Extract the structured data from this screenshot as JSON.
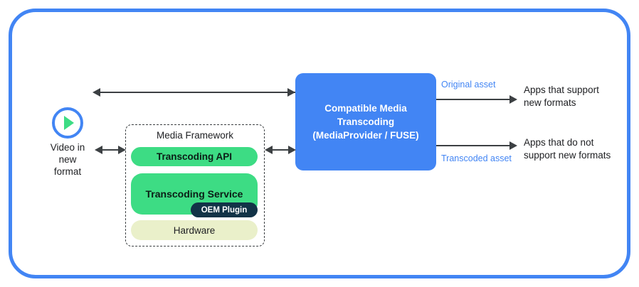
{
  "diagram": {
    "source": {
      "icon": "play-circle-icon",
      "label": "Video in\nnew\nformat",
      "label_lines": [
        "Video in",
        "new",
        "format"
      ]
    },
    "media_framework": {
      "title": "Media Framework",
      "items": [
        {
          "label": "Transcoding API",
          "color": "#3ddc84"
        },
        {
          "label": "Transcoding Service",
          "color": "#3ddc84"
        },
        {
          "label": "OEM Plugin",
          "color": "#123347"
        },
        {
          "label": "Hardware",
          "color": "#eaf0ca"
        }
      ]
    },
    "central_box": {
      "label": "Compatible Media Transcoding (MediaProvider / FUSE)",
      "lines": [
        "Compatible Media",
        "Transcoding",
        "(MediaProvider / FUSE)"
      ],
      "color": "#4285f4"
    },
    "outputs": [
      {
        "asset_label": "Original asset",
        "target": "Apps that support new formats",
        "target_lines": [
          "Apps that support",
          "new formats"
        ]
      },
      {
        "asset_label": "Transcoded asset",
        "target": "Apps that do not support new formats",
        "target_lines": [
          "Apps that do not",
          "support new formats"
        ]
      }
    ],
    "colors": {
      "frame": "#4285f4",
      "accent_green": "#3ddc84",
      "accent_blue": "#4285f4",
      "dark_navy": "#123347",
      "pale_green": "#eaf0ca",
      "arrow": "#3c4043"
    }
  }
}
